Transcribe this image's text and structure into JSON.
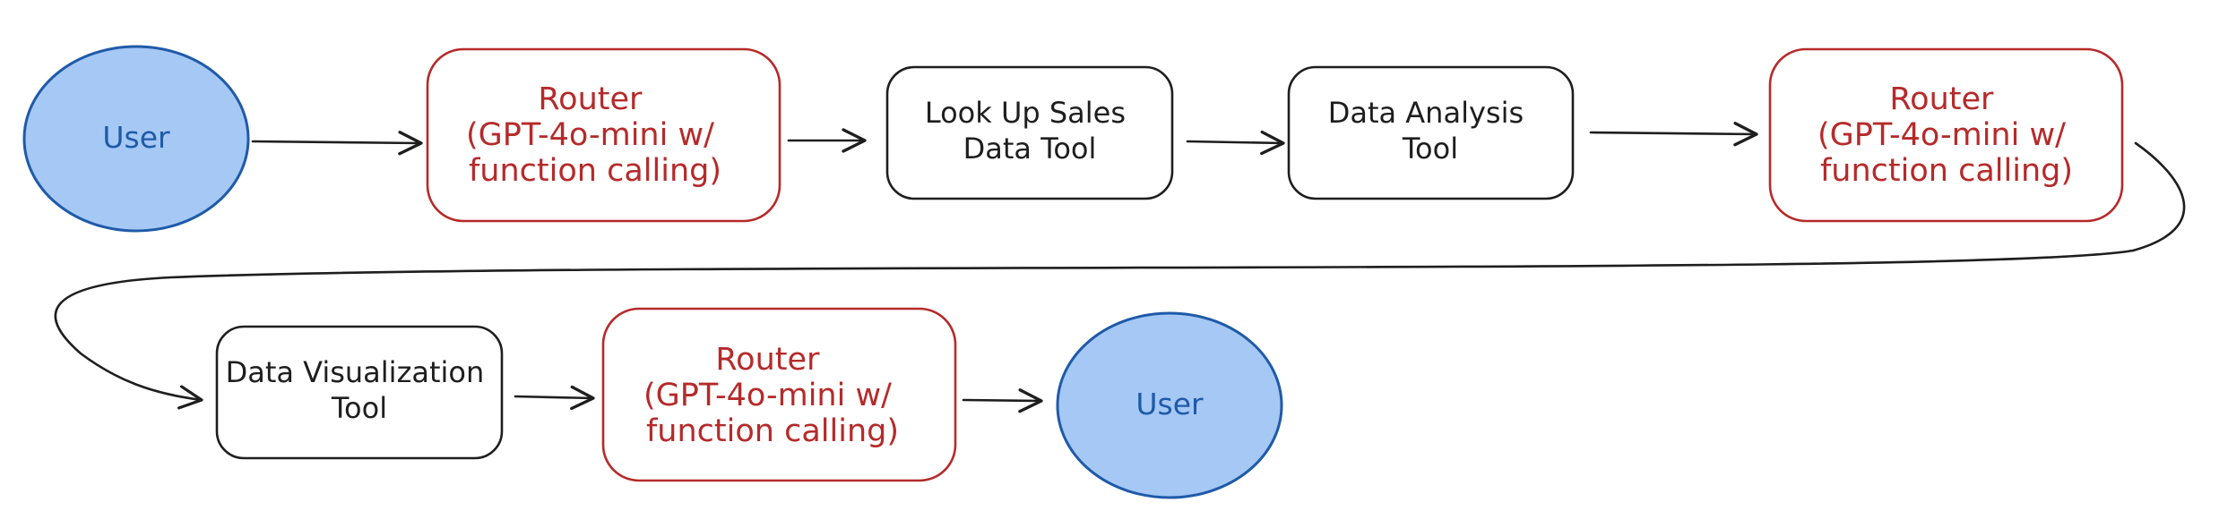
{
  "nodes": {
    "user_start": {
      "label": [
        "User"
      ]
    },
    "router_1": {
      "label": [
        "Router",
        "(GPT-4o-mini w/",
        "function calling)"
      ]
    },
    "lookup_tool": {
      "label": [
        "Look Up Sales",
        "Data Tool"
      ]
    },
    "analysis_tool": {
      "label": [
        "Data Analysis",
        "Tool"
      ]
    },
    "router_2": {
      "label": [
        "Router",
        "(GPT-4o-mini w/",
        "function calling)"
      ]
    },
    "viz_tool": {
      "label": [
        "Data Visualization",
        "Tool"
      ]
    },
    "router_3": {
      "label": [
        "Router",
        "(GPT-4o-mini w/",
        "function calling)"
      ]
    },
    "user_end": {
      "label": [
        "User"
      ]
    }
  },
  "colors": {
    "user_fill": "#a5c8f5",
    "user_stroke": "#1f5aa8",
    "router_stroke": "#b62a2a",
    "router_text": "#b62a2a",
    "tool_stroke": "#1e1e1e",
    "text_dark": "#1e1e1e",
    "arrow": "#1e1e1e"
  },
  "edges": [
    {
      "from": "user_start",
      "to": "router_1"
    },
    {
      "from": "router_1",
      "to": "lookup_tool"
    },
    {
      "from": "lookup_tool",
      "to": "analysis_tool"
    },
    {
      "from": "analysis_tool",
      "to": "router_2"
    },
    {
      "from": "router_2",
      "to": "viz_tool"
    },
    {
      "from": "viz_tool",
      "to": "router_3"
    },
    {
      "from": "router_3",
      "to": "user_end"
    }
  ]
}
